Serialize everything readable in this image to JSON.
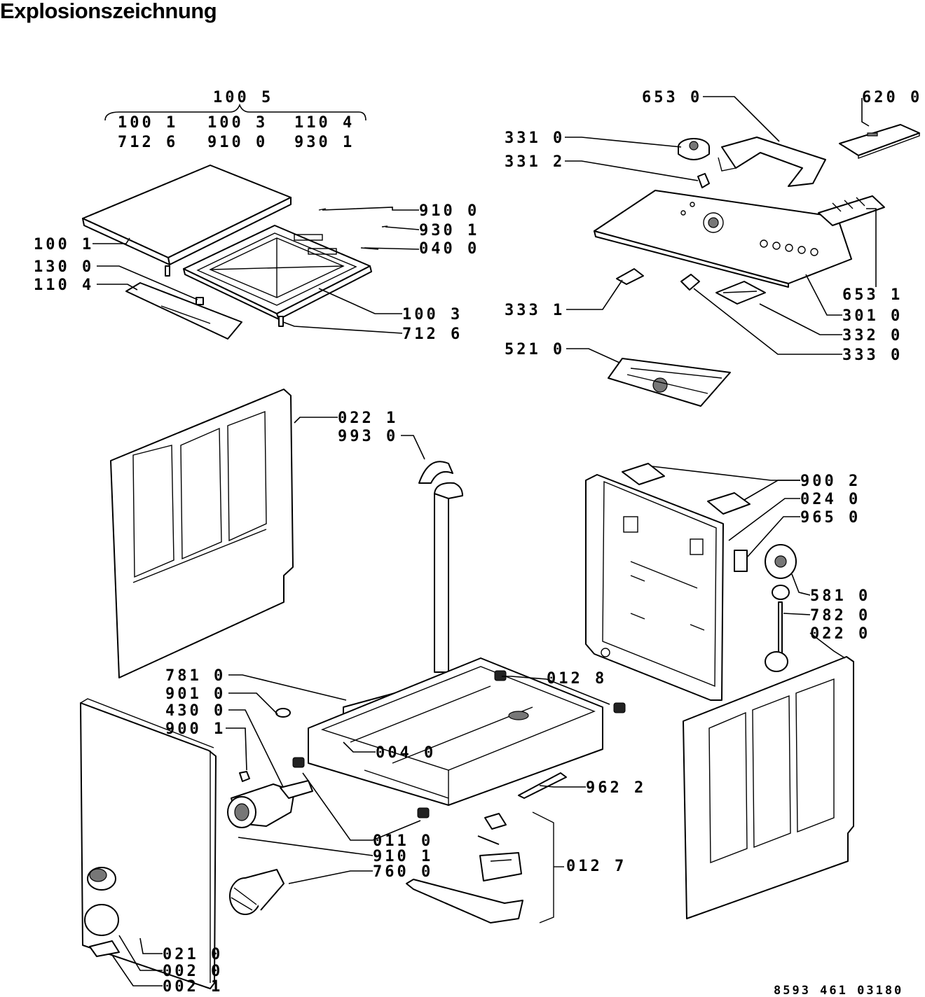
{
  "title": "Explosionszeichnung",
  "doc_number": "8593 461 03180",
  "group": {
    "header": "100 5",
    "row1": [
      "100 1",
      "100 3",
      "110 4"
    ],
    "row2": [
      "712 6",
      "910 0",
      "930 1"
    ]
  },
  "labels": [
    "910 0",
    "930 1",
    "040 0",
    "100 1",
    "130 0",
    "110 4",
    "100 3",
    "712 6",
    "653 0",
    "620 0",
    "331 0",
    "331 2",
    "653 1",
    "301 0",
    "333 1",
    "332 0",
    "333 0",
    "521 0",
    "022 1",
    "993 0",
    "900 2",
    "024 0",
    "965 0",
    "581 0",
    "782 0",
    "022 0",
    "781 0",
    "901 0",
    "430 0",
    "900 1",
    "012 8",
    "004 0",
    "962 2",
    "011 0",
    "910 1",
    "760 0",
    "012 7",
    "021 0",
    "002 0",
    "002 1"
  ]
}
